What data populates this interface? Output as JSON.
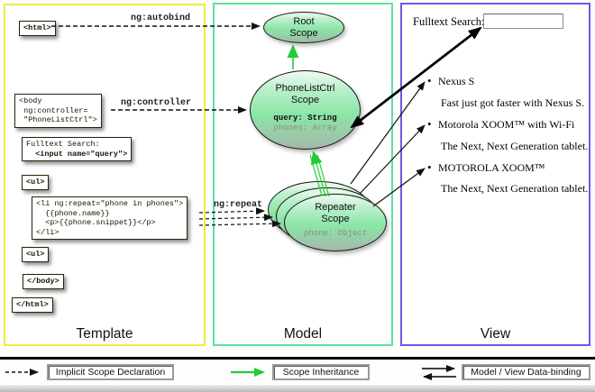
{
  "panels": {
    "template": {
      "label": "Template"
    },
    "model": {
      "label": "Model"
    },
    "view": {
      "label": "View"
    }
  },
  "template": {
    "boxes": {
      "html_open": {
        "lines": [
          "<html>"
        ]
      },
      "body_open": {
        "lines": [
          "<body",
          " ng:controller=",
          " \"PhoneListCtrl\">"
        ]
      },
      "fulltext_input": {
        "lines": [
          "Fulltext Search:",
          "  <input name=\"query\">"
        ]
      },
      "ul_open": {
        "lines": [
          "<ul>"
        ]
      },
      "li_repeat": {
        "lines": [
          "<li ng:repeat=\"phone in phones\">",
          "  {{phone.name}}",
          "  <p>{{phone.snippet}}</p>",
          "</li>"
        ]
      },
      "ul_second": {
        "lines": [
          "<ul>"
        ]
      },
      "body_close": {
        "lines": [
          "</body>"
        ]
      },
      "html_close": {
        "lines": [
          "</html>"
        ]
      }
    },
    "arrow_labels": {
      "autobind": "ng:autobind",
      "controller": "ng:controller",
      "repeat": "ng:repeat"
    }
  },
  "model": {
    "root_scope": {
      "line1": "Root",
      "line2": "Scope"
    },
    "phonelist_scope": {
      "line1": "PhoneListCtrl",
      "line2": "Scope",
      "prop1": "query: String",
      "prop2": "phones: Array"
    },
    "repeater_scope": {
      "line1": "Repeater",
      "line2": "Scope",
      "prop1": "phone: Object"
    }
  },
  "view": {
    "search_label": "Fulltext Search:",
    "search_value": "",
    "bullet": "•",
    "items": [
      {
        "title": "Nexus S",
        "desc": "Fast just got faster with Nexus S."
      },
      {
        "title": "Motorola XOOM™ with Wi-Fi",
        "desc": "The Next, Next Generation tablet."
      },
      {
        "title": "MOTOROLA XOOM™",
        "desc": "The Next, Next Generation tablet."
      }
    ]
  },
  "legend": {
    "implicit": "Implicit Scope Declaration",
    "inheritance": "Scope Inheritance",
    "databinding": "Model / View Data-binding"
  },
  "colors": {
    "template_border": "#f0ec3c",
    "model_border": "#5fdf9f",
    "view_border": "#6b5ae8",
    "inheritance_arrow": "#22cc33",
    "code_box_top": "#fbfbb8",
    "code_box_bottom": "#c9c938",
    "scope_fill": "#8be6a7"
  }
}
